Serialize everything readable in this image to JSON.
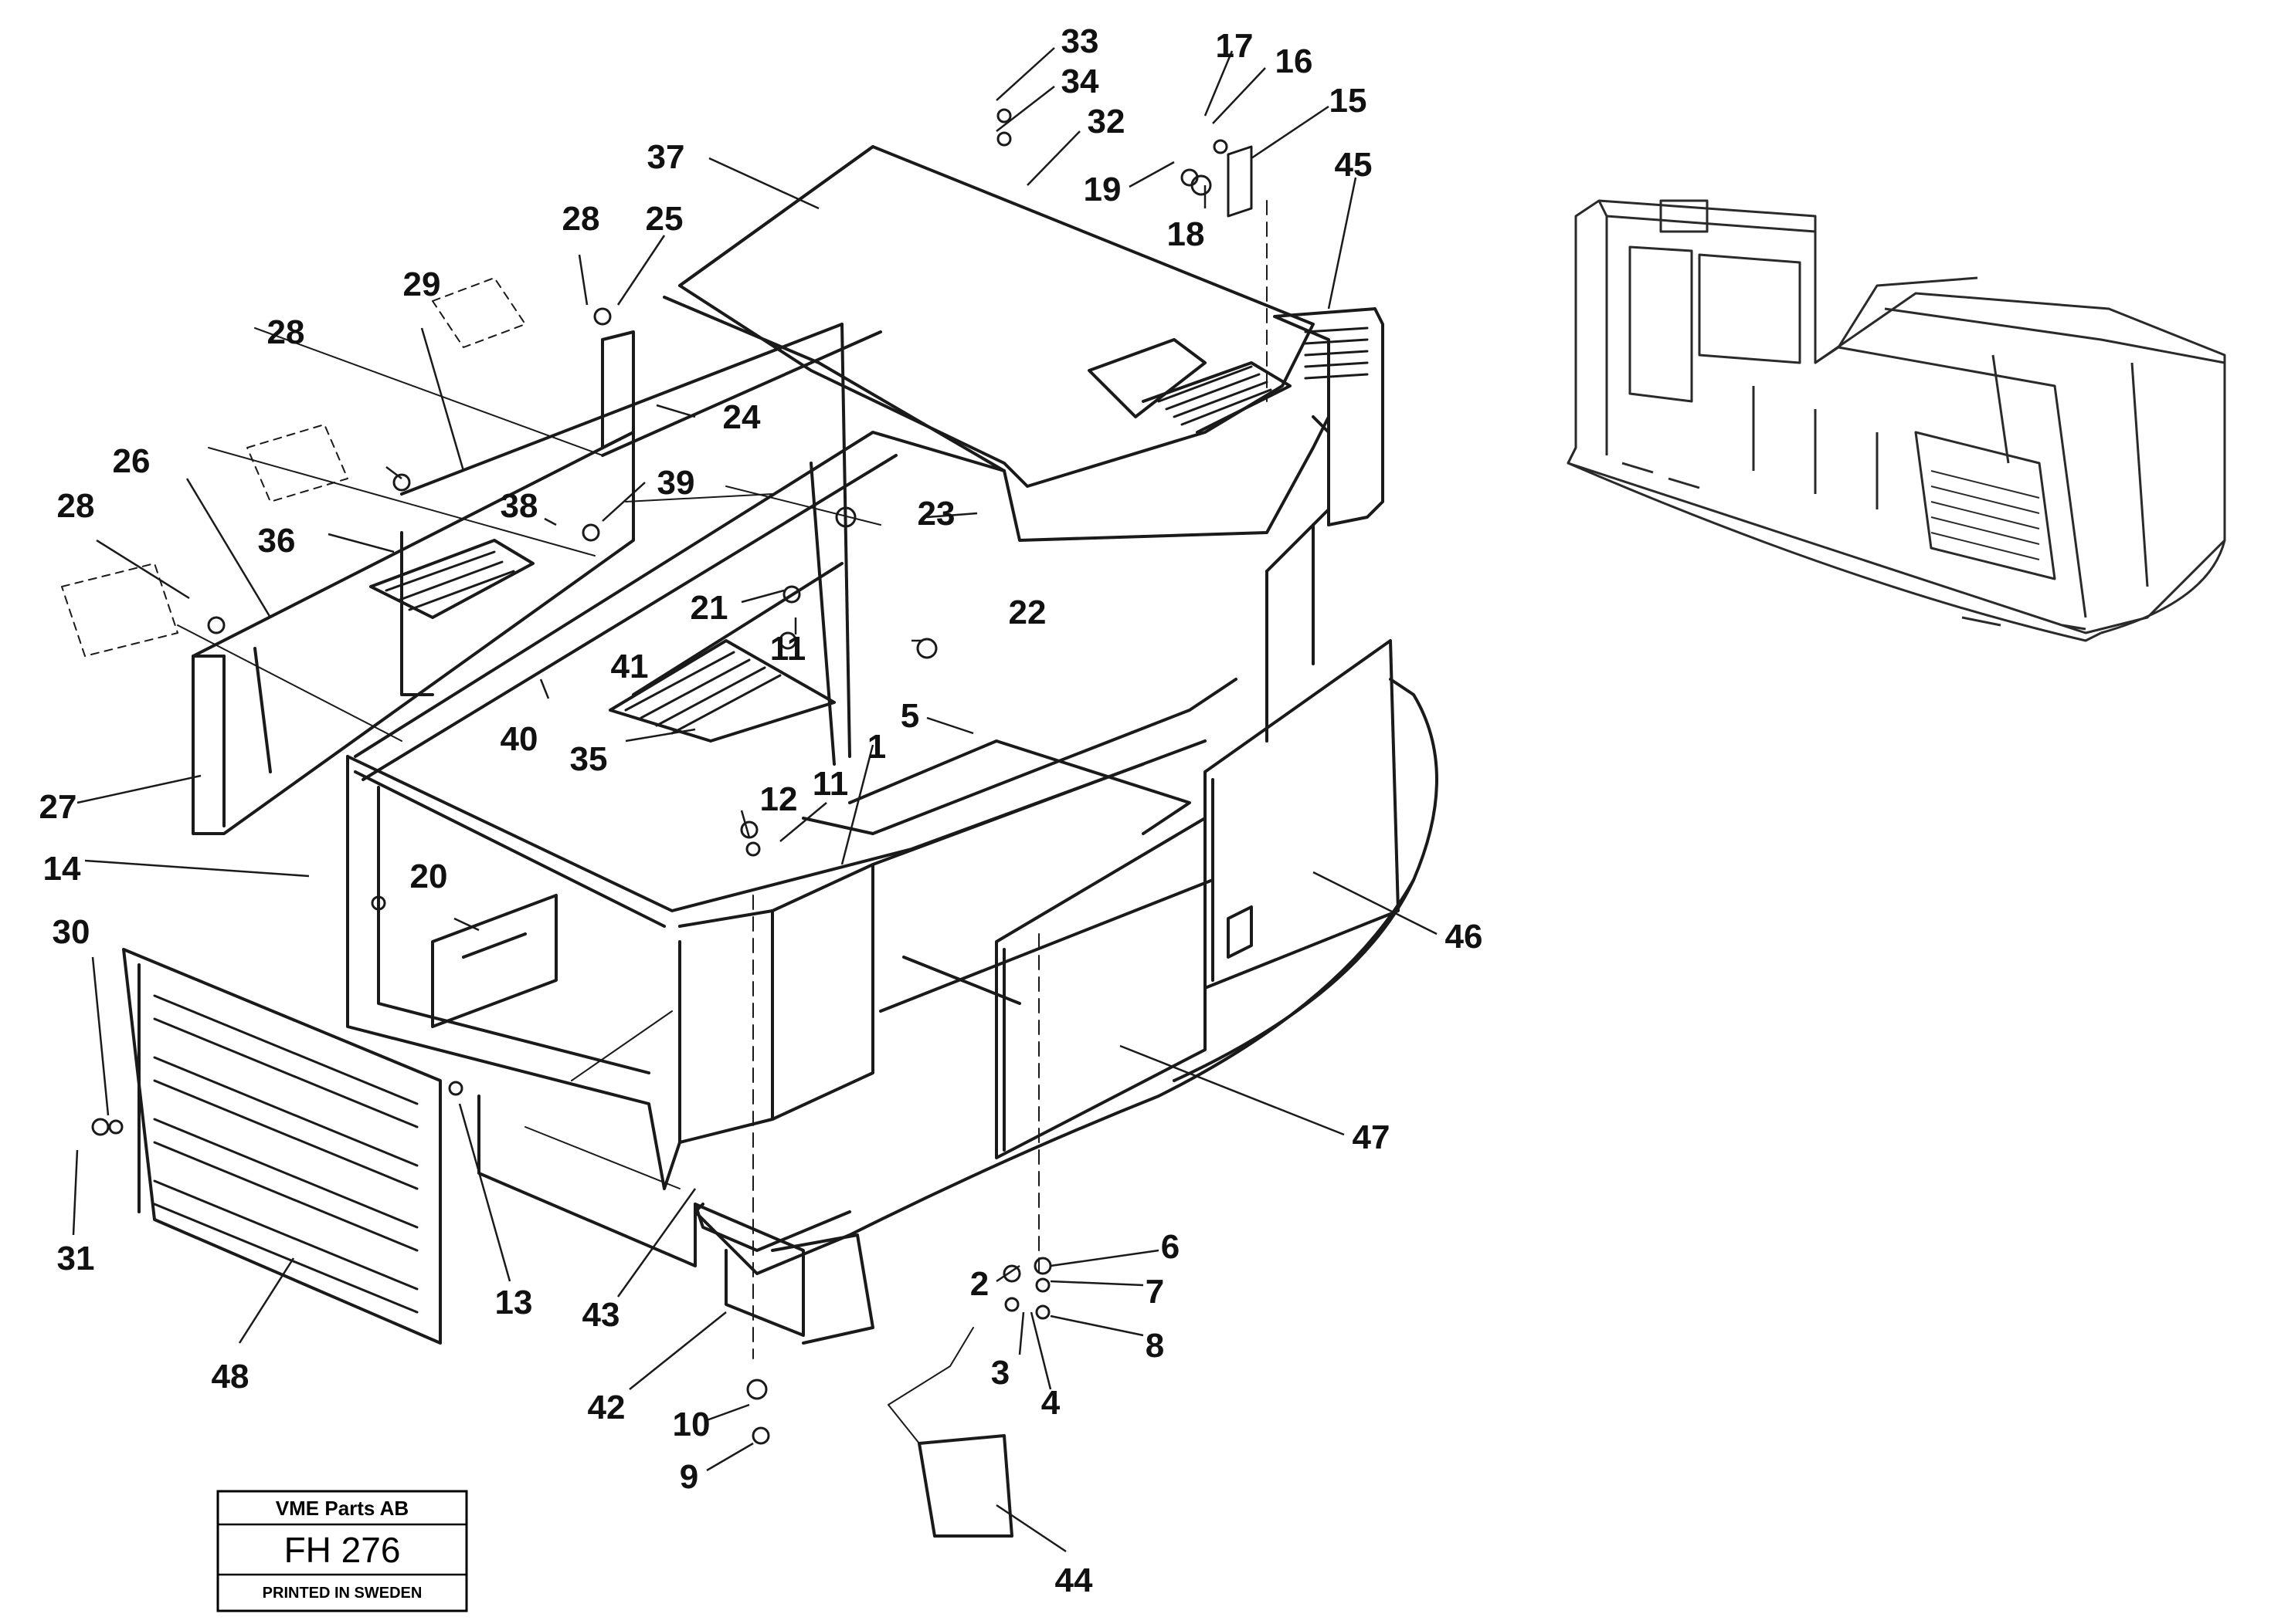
{
  "callouts": [
    {
      "id": "33",
      "label": "33"
    },
    {
      "id": "34",
      "label": "34"
    },
    {
      "id": "32",
      "label": "32"
    },
    {
      "id": "17",
      "label": "17"
    },
    {
      "id": "16",
      "label": "16"
    },
    {
      "id": "15",
      "label": "15"
    },
    {
      "id": "19",
      "label": "19"
    },
    {
      "id": "18",
      "label": "18"
    },
    {
      "id": "45",
      "label": "45"
    },
    {
      "id": "37",
      "label": "37"
    },
    {
      "id": "28a",
      "label": "28"
    },
    {
      "id": "25",
      "label": "25"
    },
    {
      "id": "29",
      "label": "29"
    },
    {
      "id": "28b",
      "label": "28"
    },
    {
      "id": "24",
      "label": "24"
    },
    {
      "id": "26",
      "label": "26"
    },
    {
      "id": "28c",
      "label": "28"
    },
    {
      "id": "36",
      "label": "36"
    },
    {
      "id": "38",
      "label": "38"
    },
    {
      "id": "39",
      "label": "39"
    },
    {
      "id": "23",
      "label": "23"
    },
    {
      "id": "21",
      "label": "21"
    },
    {
      "id": "11a",
      "label": "11"
    },
    {
      "id": "22",
      "label": "22"
    },
    {
      "id": "41",
      "label": "41"
    },
    {
      "id": "40",
      "label": "40"
    },
    {
      "id": "35",
      "label": "35"
    },
    {
      "id": "5",
      "label": "5"
    },
    {
      "id": "1",
      "label": "1"
    },
    {
      "id": "11b",
      "label": "11"
    },
    {
      "id": "12",
      "label": "12"
    },
    {
      "id": "27",
      "label": "27"
    },
    {
      "id": "14",
      "label": "14"
    },
    {
      "id": "20",
      "label": "20"
    },
    {
      "id": "46",
      "label": "46"
    },
    {
      "id": "30",
      "label": "30"
    },
    {
      "id": "47",
      "label": "47"
    },
    {
      "id": "31",
      "label": "31"
    },
    {
      "id": "13",
      "label": "13"
    },
    {
      "id": "48",
      "label": "48"
    },
    {
      "id": "43",
      "label": "43"
    },
    {
      "id": "42",
      "label": "42"
    },
    {
      "id": "6",
      "label": "6"
    },
    {
      "id": "7",
      "label": "7"
    },
    {
      "id": "2",
      "label": "2"
    },
    {
      "id": "8",
      "label": "8"
    },
    {
      "id": "3",
      "label": "3"
    },
    {
      "id": "4",
      "label": "4"
    },
    {
      "id": "10",
      "label": "10"
    },
    {
      "id": "9",
      "label": "9"
    },
    {
      "id": "44",
      "label": "44"
    }
  ],
  "title_box": {
    "company": "VME Parts AB",
    "code": "FH 276",
    "footer": "PRINTED IN SWEDEN"
  },
  "colors": {
    "line": "#1a1a1a",
    "light_line": "#6a6a6a",
    "background": "#ffffff"
  }
}
